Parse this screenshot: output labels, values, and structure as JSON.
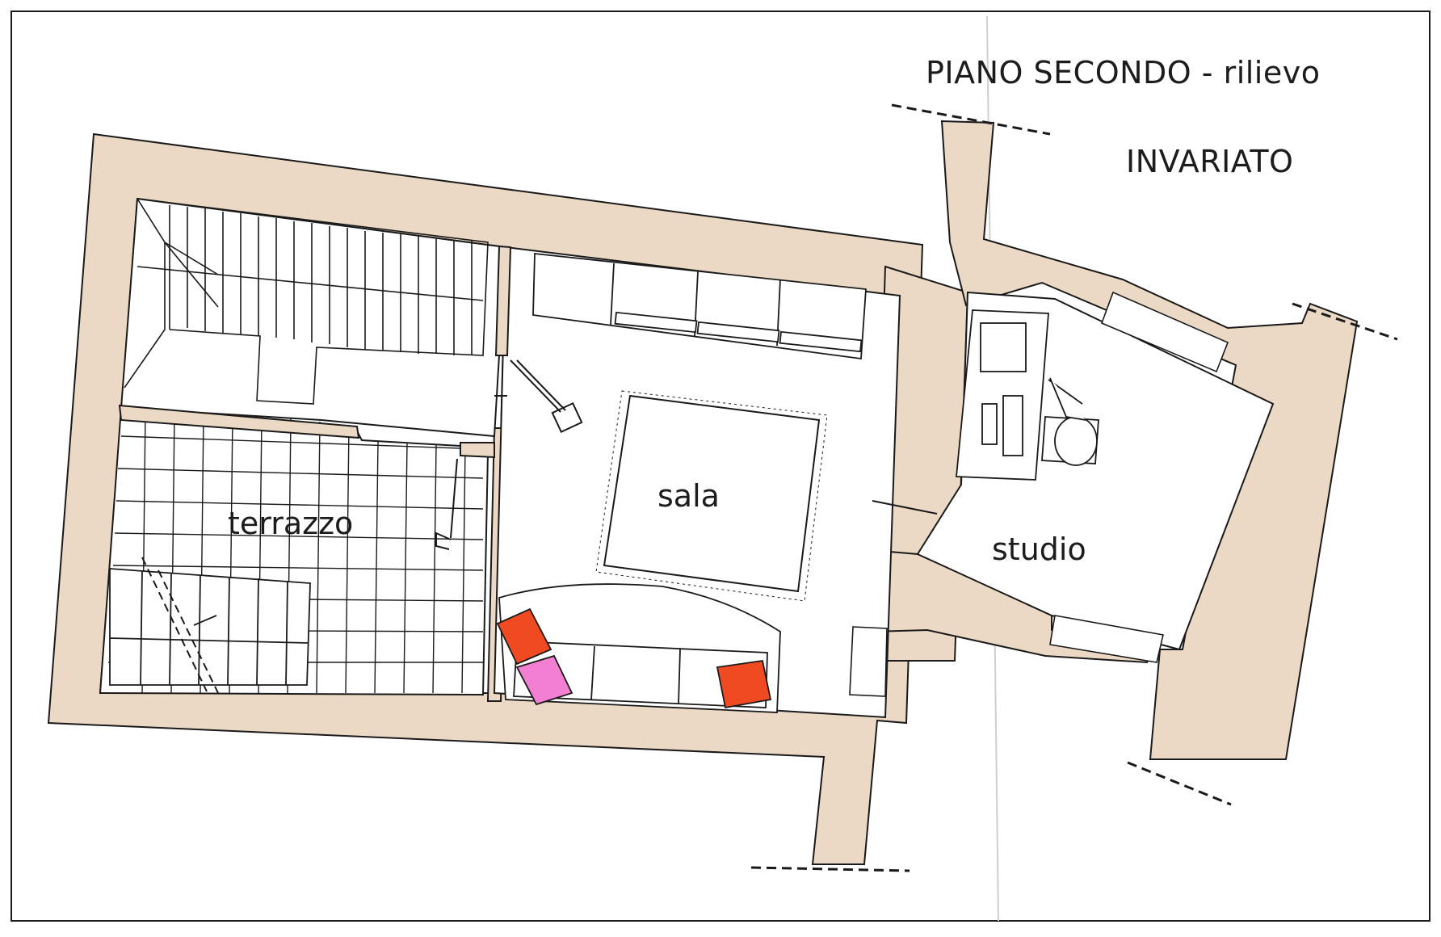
{
  "drawing": {
    "title": "PIANO SECONDO - rilievo",
    "subtitle": "INVARIATO"
  },
  "rooms": [
    {
      "id": "terrazzo",
      "label": "terrazzo"
    },
    {
      "id": "sala",
      "label": "sala"
    },
    {
      "id": "studio",
      "label": "studio"
    }
  ],
  "colors": {
    "wall_fill": "#ebd9c5",
    "line": "#1a1a1a",
    "paper": "#ffffff",
    "armchair_red": "#f04a22",
    "armchair_pink": "#f27fd2"
  }
}
